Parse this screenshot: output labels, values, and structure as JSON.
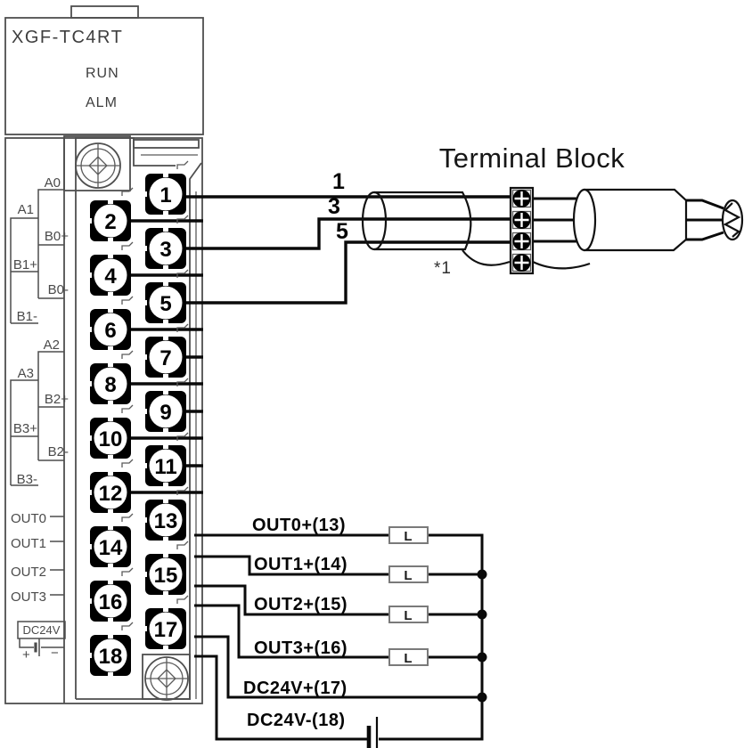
{
  "module": {
    "model": "XGF-TC4RT",
    "led_run": "RUN",
    "led_alarm": "ALM"
  },
  "left_panel": {
    "ch01": [
      "A0",
      "A1",
      "B0+",
      "B1+",
      "B0-",
      "B1-"
    ],
    "ch23": [
      "A2",
      "A3",
      "B2+",
      "B3+",
      "B2-",
      "B3-"
    ],
    "outputs": [
      "OUT0",
      "OUT1",
      "OUT2",
      "OUT3"
    ],
    "power_box": "DC24V",
    "plus": "+",
    "minus": "−"
  },
  "terminals": [
    "1",
    "2",
    "3",
    "4",
    "5",
    "6",
    "7",
    "8",
    "9",
    "10",
    "11",
    "12",
    "13",
    "14",
    "15",
    "16",
    "17",
    "18"
  ],
  "sensor_wires": {
    "w1": "1",
    "w3": "3",
    "w5": "5"
  },
  "terminal_block": {
    "title": "Terminal Block",
    "note": "*1"
  },
  "output_wiring": {
    "labels": [
      "OUT0+(13)",
      "OUT1+(14)",
      "OUT2+(15)",
      "OUT3+(16)",
      "DC24V+(17)",
      "DC24V-(18)"
    ],
    "load": "L"
  },
  "colors": {
    "wire": "#0a0a0a",
    "module_outline": "#4f4f4f",
    "label_text": "#4a4a4a",
    "terminal_fill": "#000000",
    "background": "#ffffff"
  }
}
